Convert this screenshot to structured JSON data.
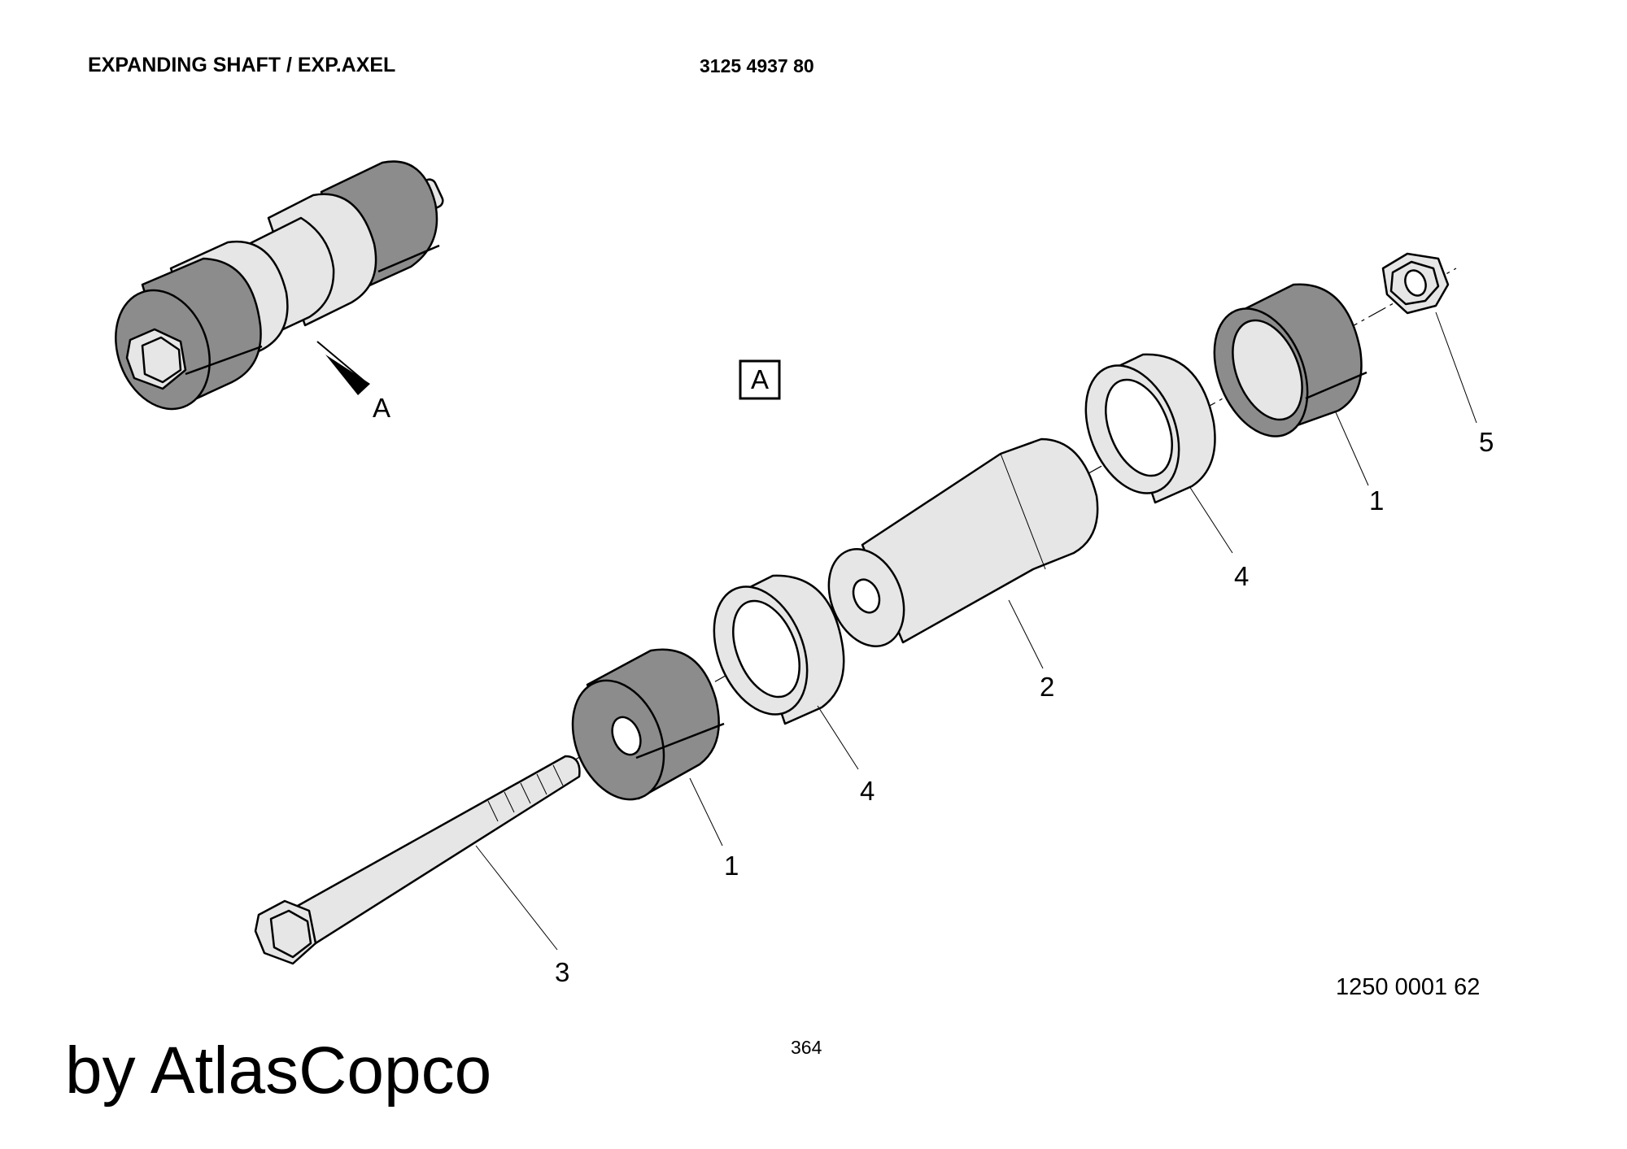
{
  "header": {
    "title": "EXPANDING SHAFT / EXP.AXEL",
    "part_number": "3125 4937 80"
  },
  "view_marker": {
    "arrow_label": "A",
    "boxed_label": "A"
  },
  "callouts": {
    "c1_upper": "1",
    "c1_lower": "1",
    "c2": "2",
    "c3": "3",
    "c4_upper": "4",
    "c4_lower": "4",
    "c5": "5"
  },
  "footer": {
    "drawing_number": "1250 0001 62",
    "page_number": "364",
    "brand": "by AtlasCopco"
  },
  "colors": {
    "dark_part": "#8c8c8c",
    "light_part": "#e6e6e6",
    "outline": "#000000"
  }
}
